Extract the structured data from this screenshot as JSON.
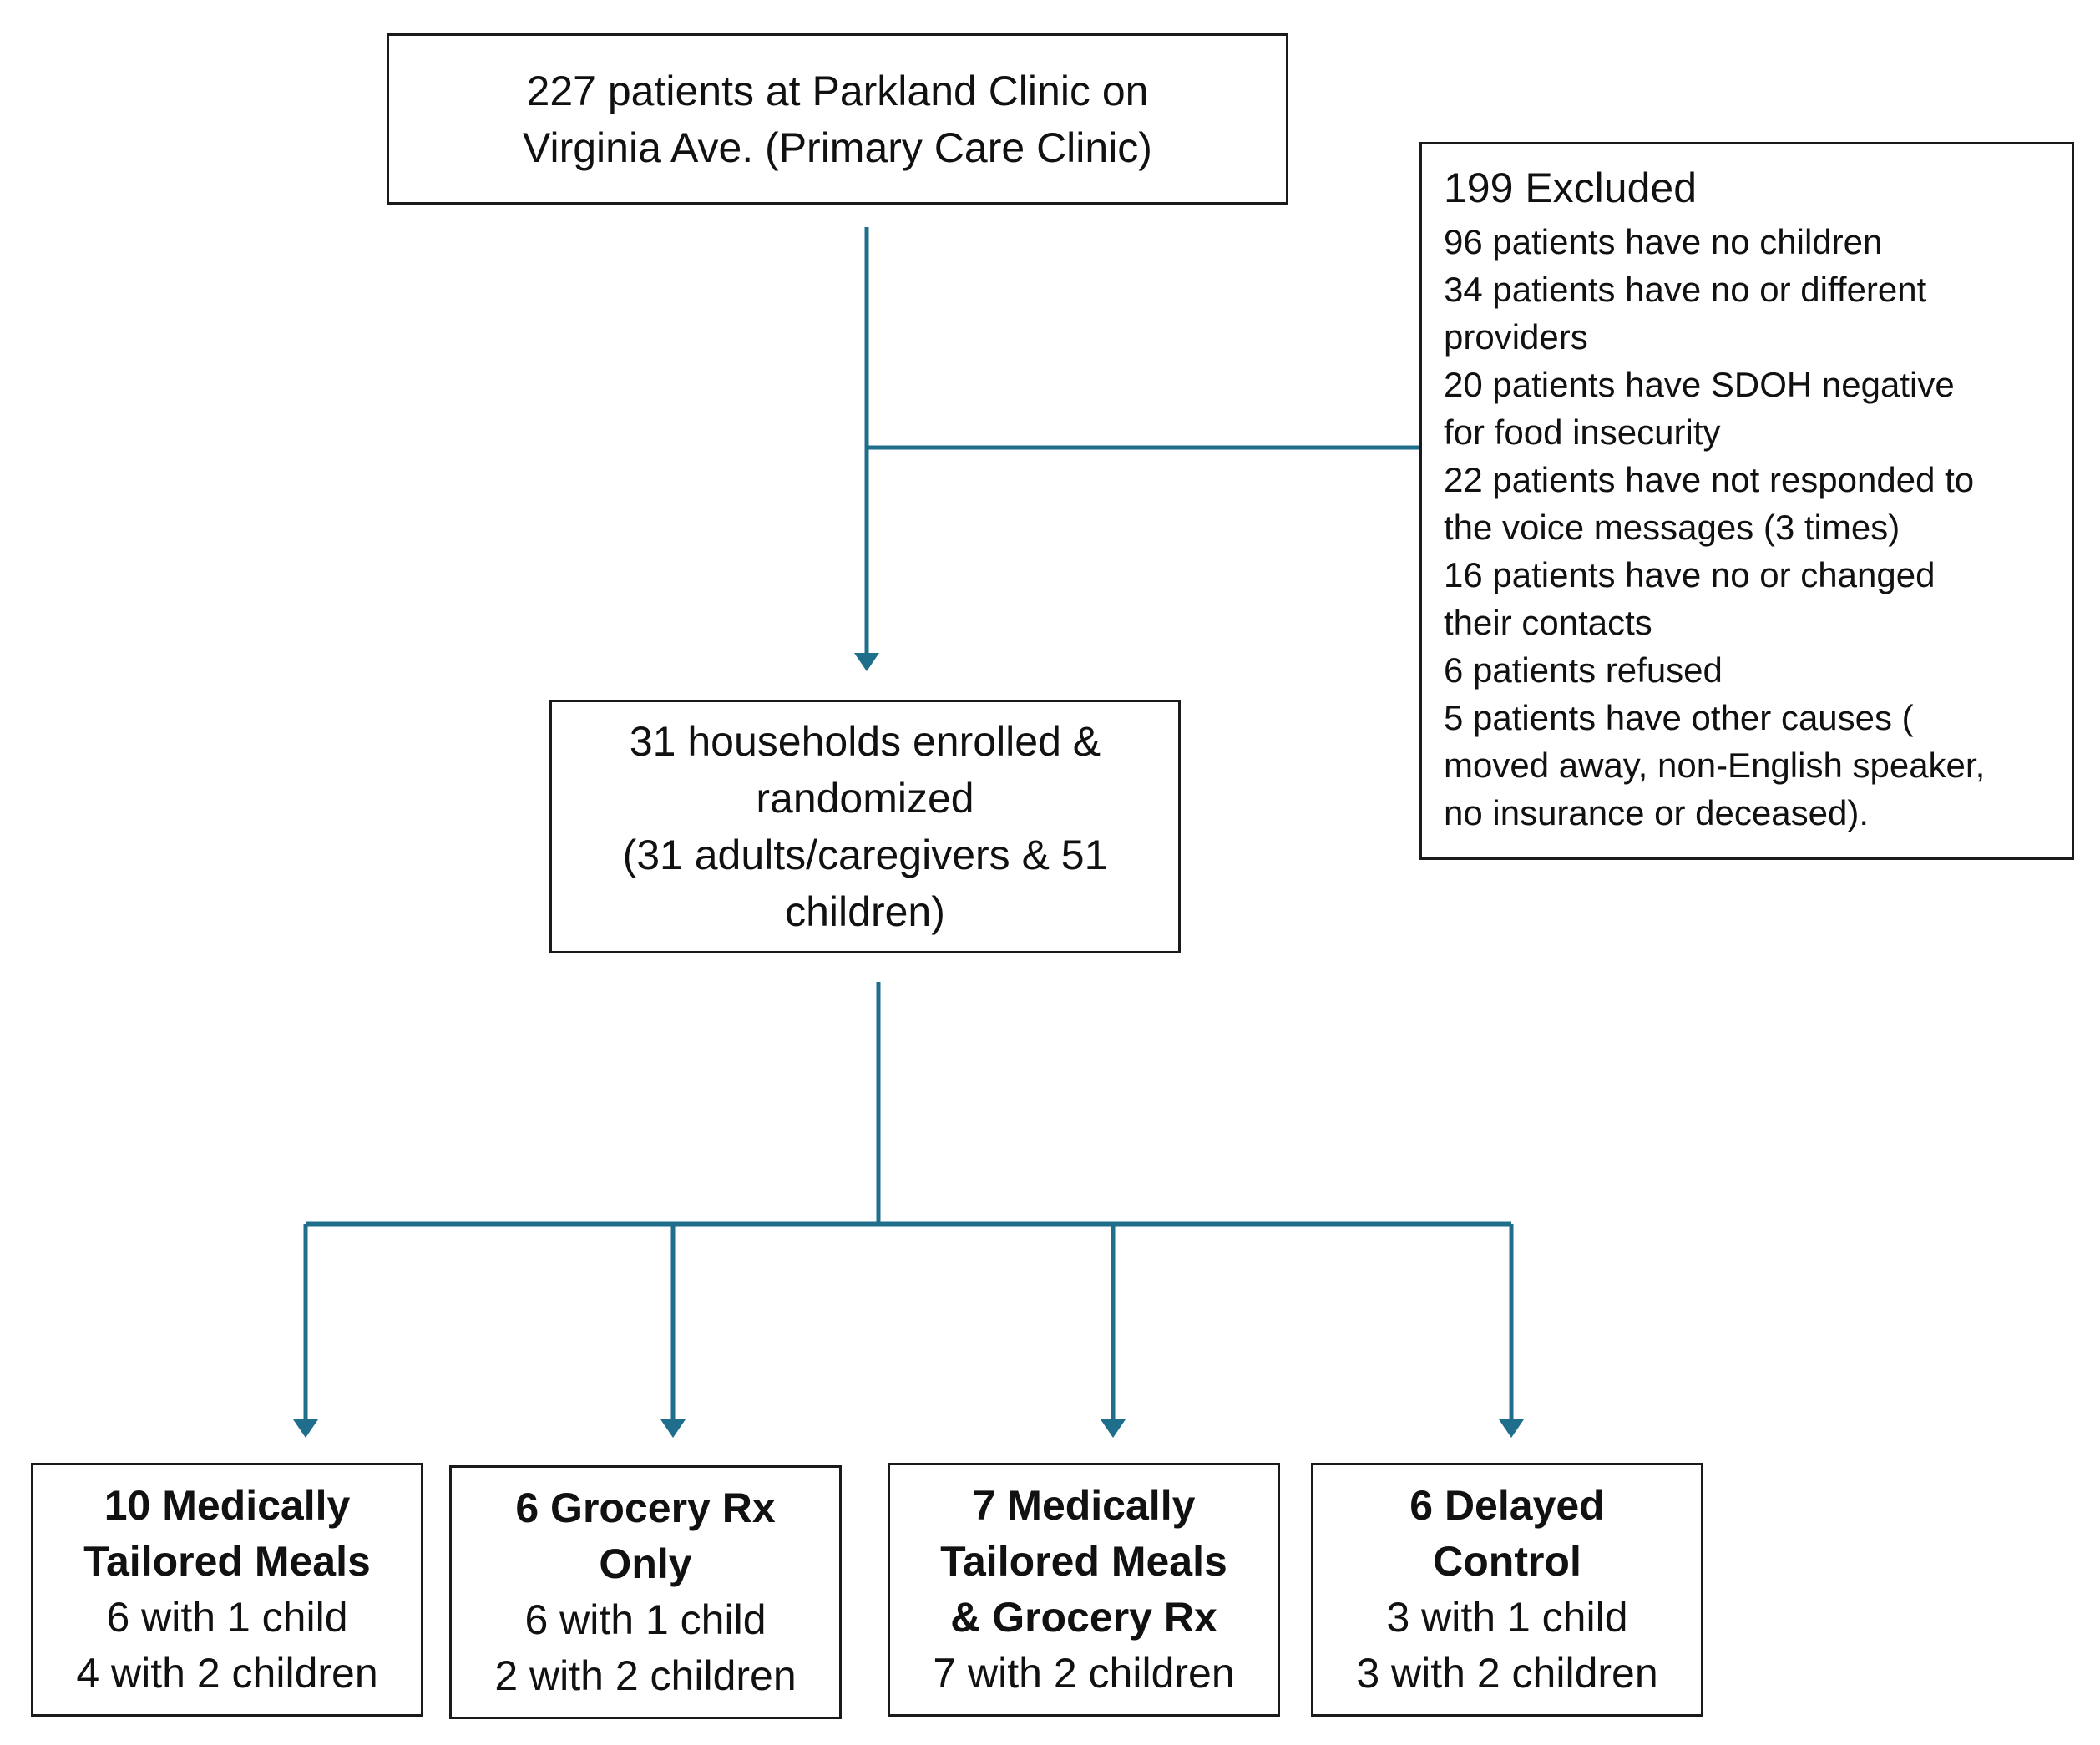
{
  "top_box": {
    "lines": [
      "227 patients at Parkland Clinic on",
      "Virginia Ave. (Primary Care Clinic)"
    ]
  },
  "excluded_box": {
    "title": "199 Excluded",
    "lines": [
      "96 patients have no children",
      "34 patients have no or different",
      "providers",
      "20 patients have SDOH negative",
      "for food insecurity",
      "22 patients have not responded to",
      "the voice messages (3 times)",
      "16 patients have no or changed",
      "their contacts",
      "6 patients refused",
      "5 patients have other causes (",
      "moved away, non-English speaker,",
      "no insurance or deceased)."
    ]
  },
  "enrolled_box": {
    "lines": [
      "31 households enrolled &",
      "randomized",
      "(31 adults/caregivers & 51",
      "children)"
    ]
  },
  "arms": [
    {
      "title": [
        "10 Medically",
        "Tailored Meals"
      ],
      "details": [
        "6 with 1 child",
        "4 with 2 children"
      ]
    },
    {
      "title": [
        "6 Grocery Rx",
        "Only"
      ],
      "details": [
        "6 with 1 child",
        "2 with 2 children"
      ]
    },
    {
      "title": [
        "7 Medically",
        "Tailored Meals",
        "& Grocery Rx"
      ],
      "details": [
        "7 with 2 children"
      ]
    },
    {
      "title": [
        "6 Delayed",
        "Control"
      ],
      "details": [
        "3 with 1 child",
        "3 with 2 children"
      ]
    }
  ],
  "colors": {
    "connector": "#1f6e8c",
    "border": "#1a1a1a",
    "text": "#111111"
  }
}
